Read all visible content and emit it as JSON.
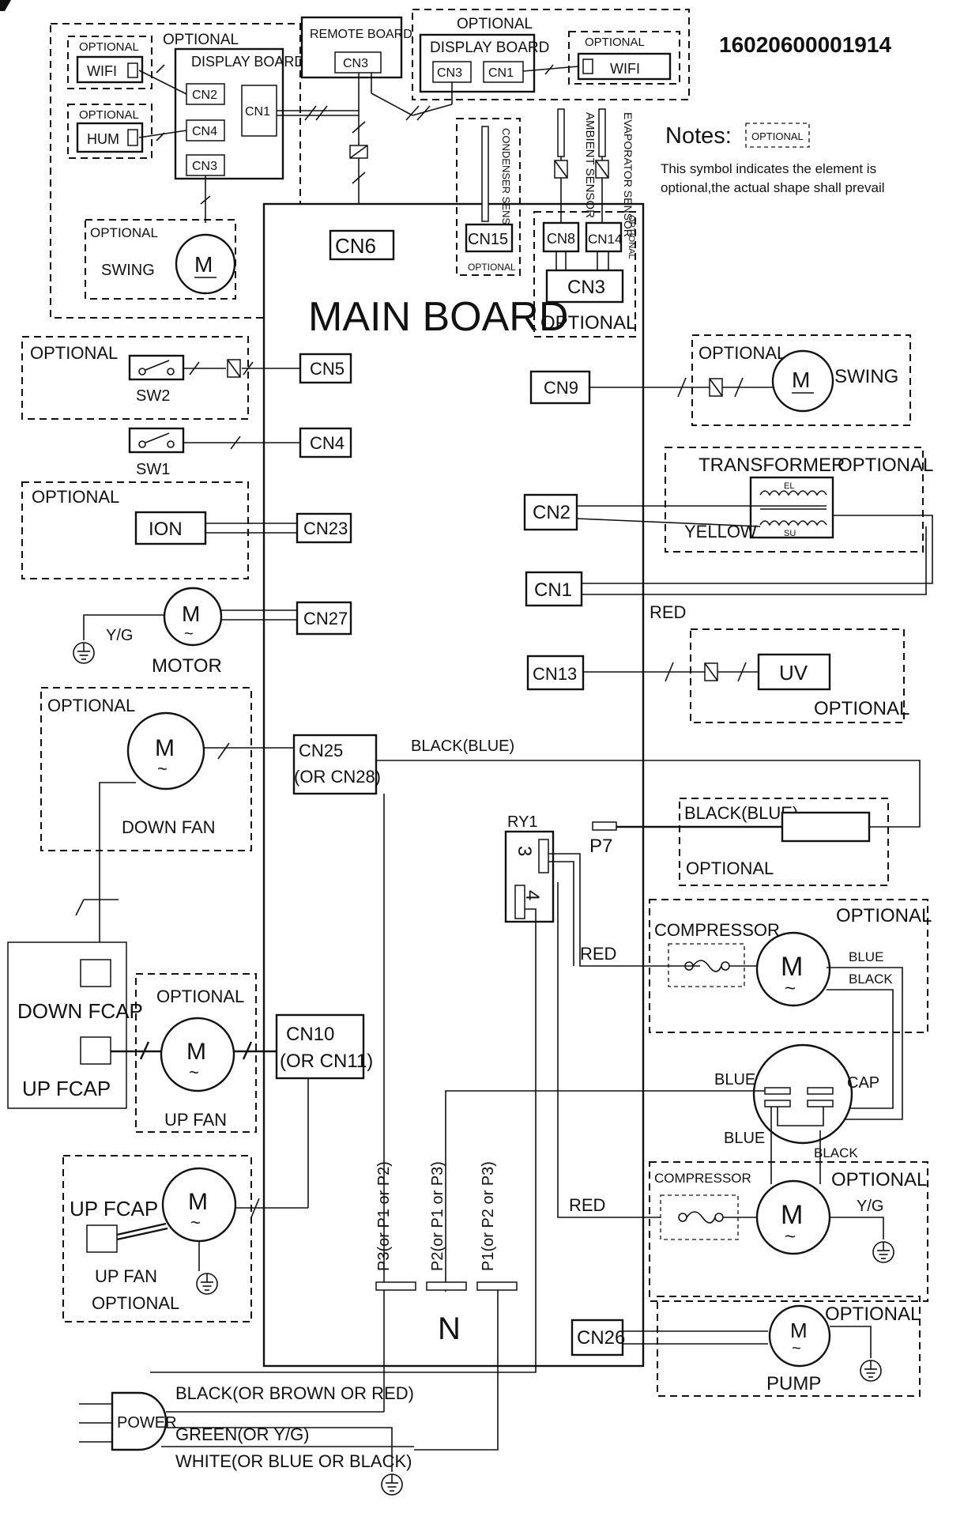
{
  "doc_number": "16020600001914",
  "notes": {
    "title": "Notes:",
    "symbol_label": "OPTIONAL",
    "line1": "This symbol indicates the element is",
    "line2": "optional,the actual shape shall prevail"
  },
  "labels": {
    "optional": "OPTIONAL",
    "wifi": "WIFI",
    "hum": "HUM",
    "display_board": "DISPLAY BOARD",
    "remote_board": "REMOTE BOARD",
    "cn1": "CN1",
    "cn2": "CN2",
    "cn3": "CN3",
    "cn4": "CN4",
    "cn5": "CN5",
    "cn6": "CN6",
    "cn8": "CN8",
    "cn9": "CN9",
    "cn13": "CN13",
    "cn14": "CN14",
    "cn15": "CN15",
    "cn23": "CN23",
    "cn26": "CN26",
    "cn27": "CN27",
    "cn25": "CN25",
    "cn25_alt": "(OR CN28)",
    "cn10": "CN10",
    "cn10_alt": "(OR CN11)",
    "swing": "SWING",
    "m": "M",
    "condenser_sensor": "CONDENSER SENSOR",
    "ambient_sensor": "AMBIENT SENSOR",
    "evaporator_sensor": "EVAPORATOR SENSOR",
    "main_board": "MAIN BOARD",
    "sw1": "SW1",
    "sw2": "SW2",
    "ion": "ION",
    "yg": "Y/G",
    "motor": "MOTOR",
    "down_fan": "DOWN FAN",
    "down_fcap": "DOWN FCAP",
    "up_fcap": "UP FCAP",
    "up_fan": "UP FAN",
    "transformer": "TRANSFORMER",
    "el": "EL",
    "su": "SU",
    "yellow": "YELLOW",
    "red": "RED",
    "uv": "UV",
    "black_blue": "BLACK(BLUE)",
    "ry1": "RY1",
    "ry1_pin3": "3",
    "ry1_pin4": "4",
    "p7": "P7",
    "compressor": "COMPRESSOR",
    "blue": "BLUE",
    "black": "BLACK",
    "cap": "CAP",
    "p3": "P3(or P1 or P2)",
    "p2": "P2(or P1 or P3)",
    "p1": "P1(or P2 or P3)",
    "n": "N",
    "pump": "PUMP",
    "power": "POWER",
    "wire_black": "BLACK(OR BROWN OR RED)",
    "wire_green": "GREEN(OR Y/G)",
    "wire_white": "WHITE(OR BLUE OR BLACK)"
  }
}
